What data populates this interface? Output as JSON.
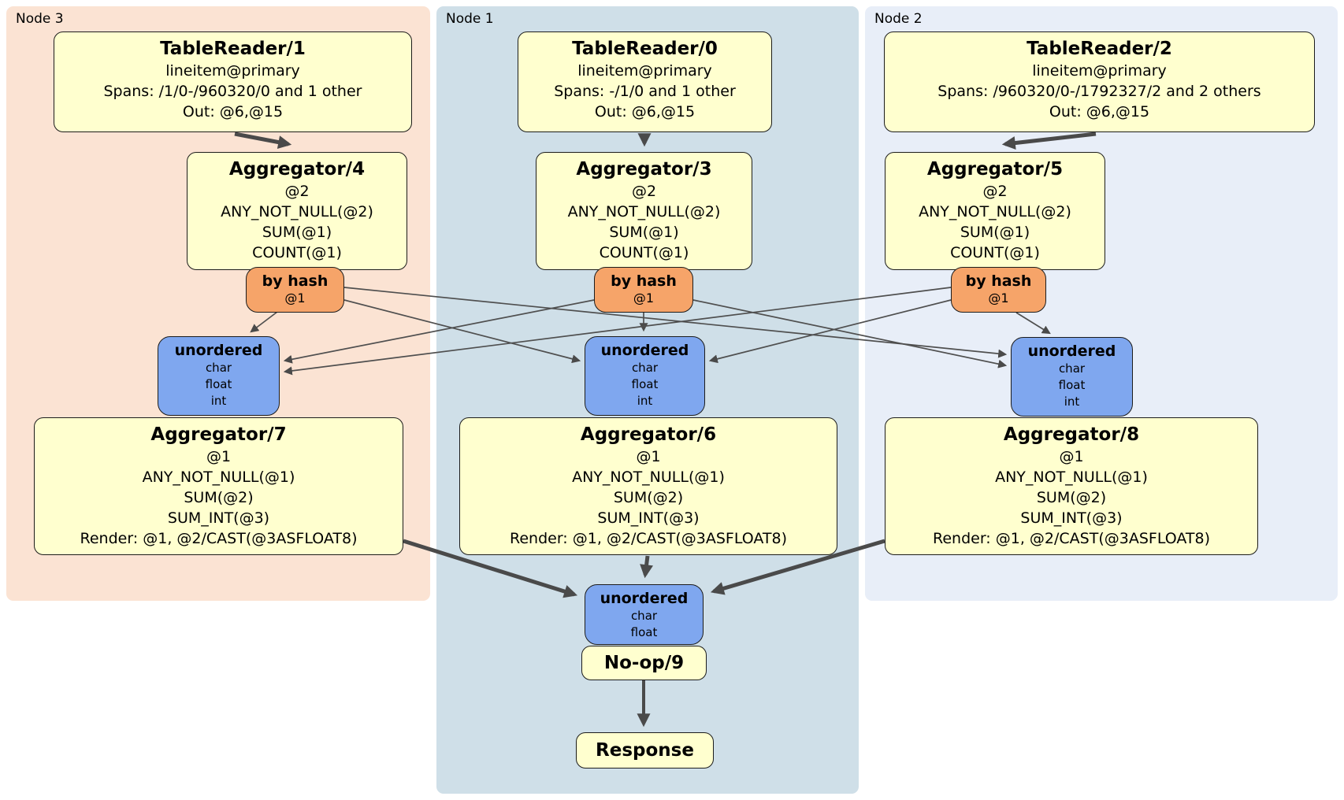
{
  "panels": [
    {
      "label": "Node 3",
      "table_reader": {
        "title": "TableReader/1",
        "lines": [
          "lineitem@primary",
          "Spans: /1/0-/960320/0 and 1 other",
          "Out: @6,@15"
        ]
      },
      "aggregator": {
        "title": "Aggregator/4",
        "lines": [
          "@2",
          "ANY_NOT_NULL(@2)",
          "SUM(@1)",
          "COUNT(@1)"
        ]
      },
      "router": {
        "title": "by hash",
        "detail": "@1"
      },
      "synchronizer": {
        "title": "unordered",
        "lines": [
          "char",
          "float",
          "int"
        ]
      },
      "final_aggregator": {
        "title": "Aggregator/7",
        "lines": [
          "@1",
          "ANY_NOT_NULL(@1)",
          "SUM(@2)",
          "SUM_INT(@3)",
          "Render: @1, @2/CAST(@3ASFLOAT8)"
        ]
      }
    },
    {
      "label": "Node 1",
      "table_reader": {
        "title": "TableReader/0",
        "lines": [
          "lineitem@primary",
          "Spans: -/1/0 and 1 other",
          "Out: @6,@15"
        ]
      },
      "aggregator": {
        "title": "Aggregator/3",
        "lines": [
          "@2",
          "ANY_NOT_NULL(@2)",
          "SUM(@1)",
          "COUNT(@1)"
        ]
      },
      "router": {
        "title": "by hash",
        "detail": "@1"
      },
      "synchronizer": {
        "title": "unordered",
        "lines": [
          "char",
          "float",
          "int"
        ]
      },
      "final_aggregator": {
        "title": "Aggregator/6",
        "lines": [
          "@1",
          "ANY_NOT_NULL(@1)",
          "SUM(@2)",
          "SUM_INT(@3)",
          "Render: @1, @2/CAST(@3ASFLOAT8)"
        ]
      }
    },
    {
      "label": "Node 2",
      "table_reader": {
        "title": "TableReader/2",
        "lines": [
          "lineitem@primary",
          "Spans: /960320/0-/1792327/2 and 2 others",
          "Out: @6,@15"
        ]
      },
      "aggregator": {
        "title": "Aggregator/5",
        "lines": [
          "@2",
          "ANY_NOT_NULL(@2)",
          "SUM(@1)",
          "COUNT(@1)"
        ]
      },
      "router": {
        "title": "by hash",
        "detail": "@1"
      },
      "synchronizer": {
        "title": "unordered",
        "lines": [
          "char",
          "float",
          "int"
        ]
      },
      "final_aggregator": {
        "title": "Aggregator/8",
        "lines": [
          "@1",
          "ANY_NOT_NULL(@1)",
          "SUM(@2)",
          "SUM_INT(@3)",
          "Render: @1, @2/CAST(@3ASFLOAT8)"
        ]
      }
    }
  ],
  "merge_synchronizer": {
    "title": "unordered",
    "lines": [
      "char",
      "float"
    ]
  },
  "noop": {
    "title": "No-op/9"
  },
  "response": {
    "title": "Response"
  },
  "colors": {
    "node3_bg": "#fbe3d3",
    "node1_bg": "#cfdfe8",
    "node2_bg": "#e8eef8",
    "processor_bg": "#ffffcf",
    "router_bg": "#f6a469",
    "synchronizer_bg": "#7fa7ef",
    "edge": "#4a4a4a"
  }
}
